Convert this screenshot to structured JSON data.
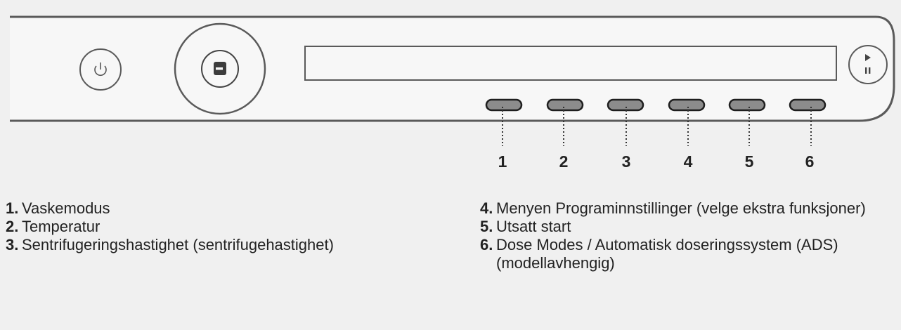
{
  "controls": {
    "power_icon": "power-icon",
    "auto_icon": "auto-program-icon",
    "start_pause_icon": "play-pause-icon",
    "buttons_count_visible": 6
  },
  "callouts": [
    "1",
    "2",
    "3",
    "4",
    "5",
    "6"
  ],
  "legend": {
    "left": [
      {
        "num": "1.",
        "text": "Vaskemodus"
      },
      {
        "num": "2.",
        "text": "Temperatur"
      },
      {
        "num": "3.",
        "text": "Sentrifugeringshastighet (sentrifugehastighet)"
      }
    ],
    "right": [
      {
        "num": "4.",
        "text": "Menyen Programinnstillinger (velge ekstra funksjoner)"
      },
      {
        "num": "5.",
        "text": "Utsatt start"
      },
      {
        "num": "6.",
        "text": "Dose Modes / Automatisk doseringssystem (ADS) (modellavhengig)"
      }
    ]
  },
  "colors": {
    "background": "#f0f0f0",
    "panel_line": "#5a5a5a",
    "button_fill": "#8c8c8c"
  }
}
